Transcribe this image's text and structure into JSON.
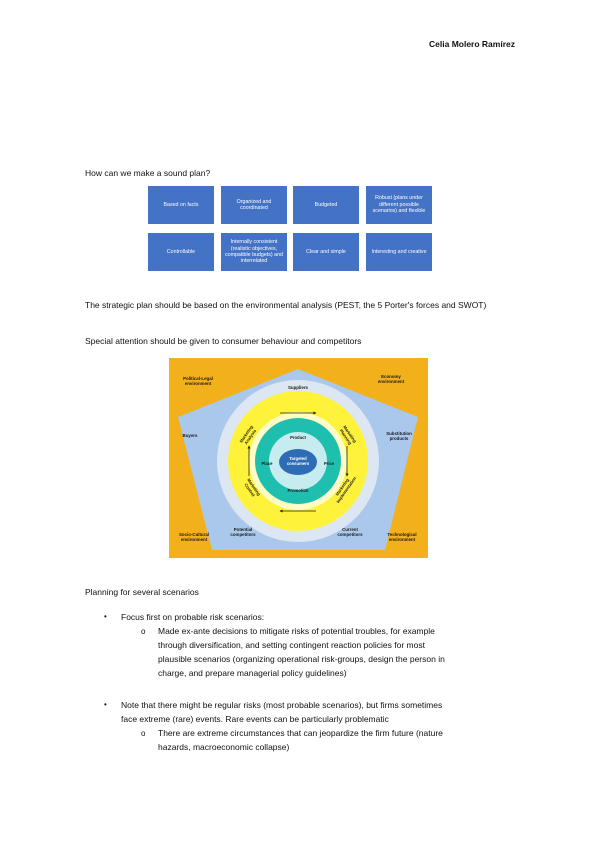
{
  "header": {
    "author": "Celia Molero Ramírez"
  },
  "question": "How can we make a sound plan?",
  "plan_boxes": [
    "Based on facts",
    "Organized and coordinated",
    "Budgeted",
    "Robust (plans under different possible scenarios) and flexible",
    "Controllable",
    "Internally consistent (realistic objectives, compatible budgets) and interrelated",
    "Clear and simple",
    "Interesting and creative"
  ],
  "para_strategic": "The strategic plan should be based on the environmental analysis (PEST, the 5 Porter's forces and SWOT)",
  "para_special": "Special attention should be given to consumer behaviour and competitors",
  "figure": {
    "corners": {
      "tl": [
        "Political-Legal",
        "environment"
      ],
      "tr": [
        "Economy",
        "environment"
      ],
      "bl": [
        "Socio-Cultural",
        "environment"
      ],
      "br": [
        "Technological",
        "environment"
      ]
    },
    "pentagon": {
      "suppliers": "Suppliers",
      "buyers": "Buyers",
      "substitution": [
        "Substitution",
        "products"
      ],
      "potential": [
        "Potential",
        "competitors"
      ],
      "current": [
        "Current",
        "competitors"
      ]
    },
    "ring": {
      "analysis": [
        "Marketing",
        "Analysis"
      ],
      "planning": [
        "Marketing",
        "Planning"
      ],
      "control": [
        "Marketing",
        "Control"
      ],
      "implementation": [
        "Marketing",
        "Implementation"
      ]
    },
    "mix": {
      "product": "Product",
      "place": "Place",
      "price": "Price",
      "promotion": "Promotion"
    },
    "center": [
      "Targeted",
      "consumers"
    ],
    "colors": {
      "background": "#f2b01a",
      "pentagon": "#a9c8ec",
      "yellow_ring": "#fff23a",
      "teal_ring": "#1fbfb0",
      "center": "#2e6db5"
    }
  },
  "section_title": "Planning for several scenarios",
  "bullets": [
    {
      "text_lines": [
        "Focus first on probable risk scenarios:"
      ],
      "sub": {
        "lines": [
          "Made ex-ante decisions to mitigate risks of potential troubles, for example",
          "through diversification, and setting contingent reaction policies for most",
          "plausible scenarios (organizing operational risk-groups, design the person in",
          "charge, and prepare managerial policy guidelines)"
        ]
      }
    },
    {
      "text_lines": [
        "Note that there might be regular risks (most probable scenarios), but firms sometimes",
        "face extreme (rare) events. Rare events can be particularly problematic"
      ],
      "sub": {
        "lines": [
          "There are extreme circumstances that can jeopardize the firm future (nature",
          "hazards, macroeconomic collapse)"
        ]
      }
    }
  ],
  "markers": {
    "bullet": "•",
    "sub": "o"
  }
}
